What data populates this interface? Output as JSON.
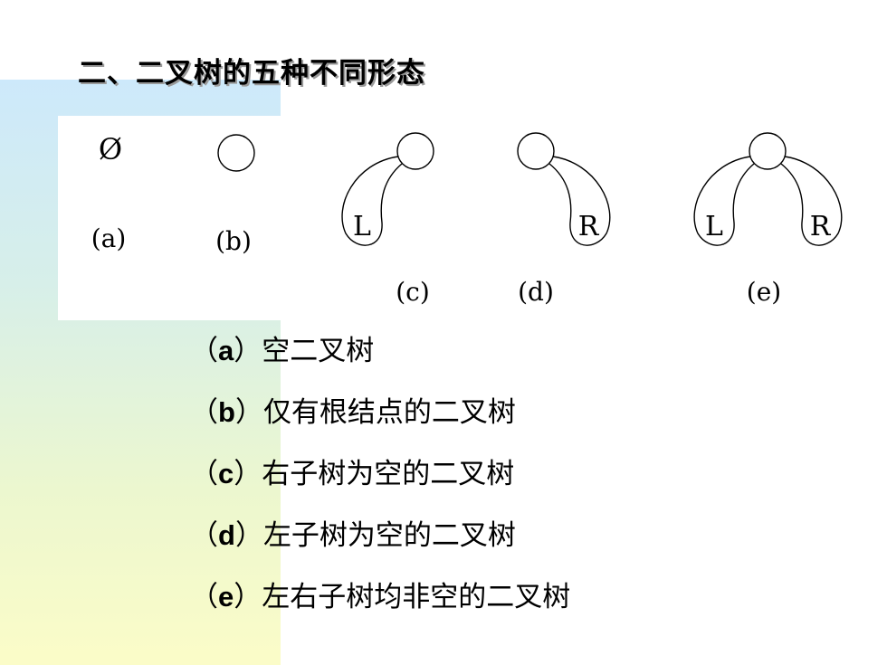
{
  "slide": {
    "title": "二、二叉树的五种不同形态"
  },
  "figure": {
    "empty_symbol": "Ø",
    "left_label": "L",
    "right_label": "R",
    "captions": [
      "(a)",
      "(b)",
      "(c)",
      "(d)",
      "(e)"
    ]
  },
  "descriptions": [
    {
      "open": "（",
      "letter": "a",
      "close": "）",
      "text": "空二叉树"
    },
    {
      "open": "（",
      "letter": "b",
      "close": "）",
      "text": "仅有根结点的二叉树"
    },
    {
      "open": "（",
      "letter": "c",
      "close": "）",
      "text": "右子树为空的二叉树"
    },
    {
      "open": "（",
      "letter": "d",
      "close": "）",
      "text": "左子树为空的二叉树"
    },
    {
      "open": "（",
      "letter": "e",
      "close": "）",
      "text": "左右子树均非空的二叉树"
    }
  ],
  "colors": {
    "band_top": "#cde9fb",
    "band_bottom": "#fbfcc8"
  }
}
